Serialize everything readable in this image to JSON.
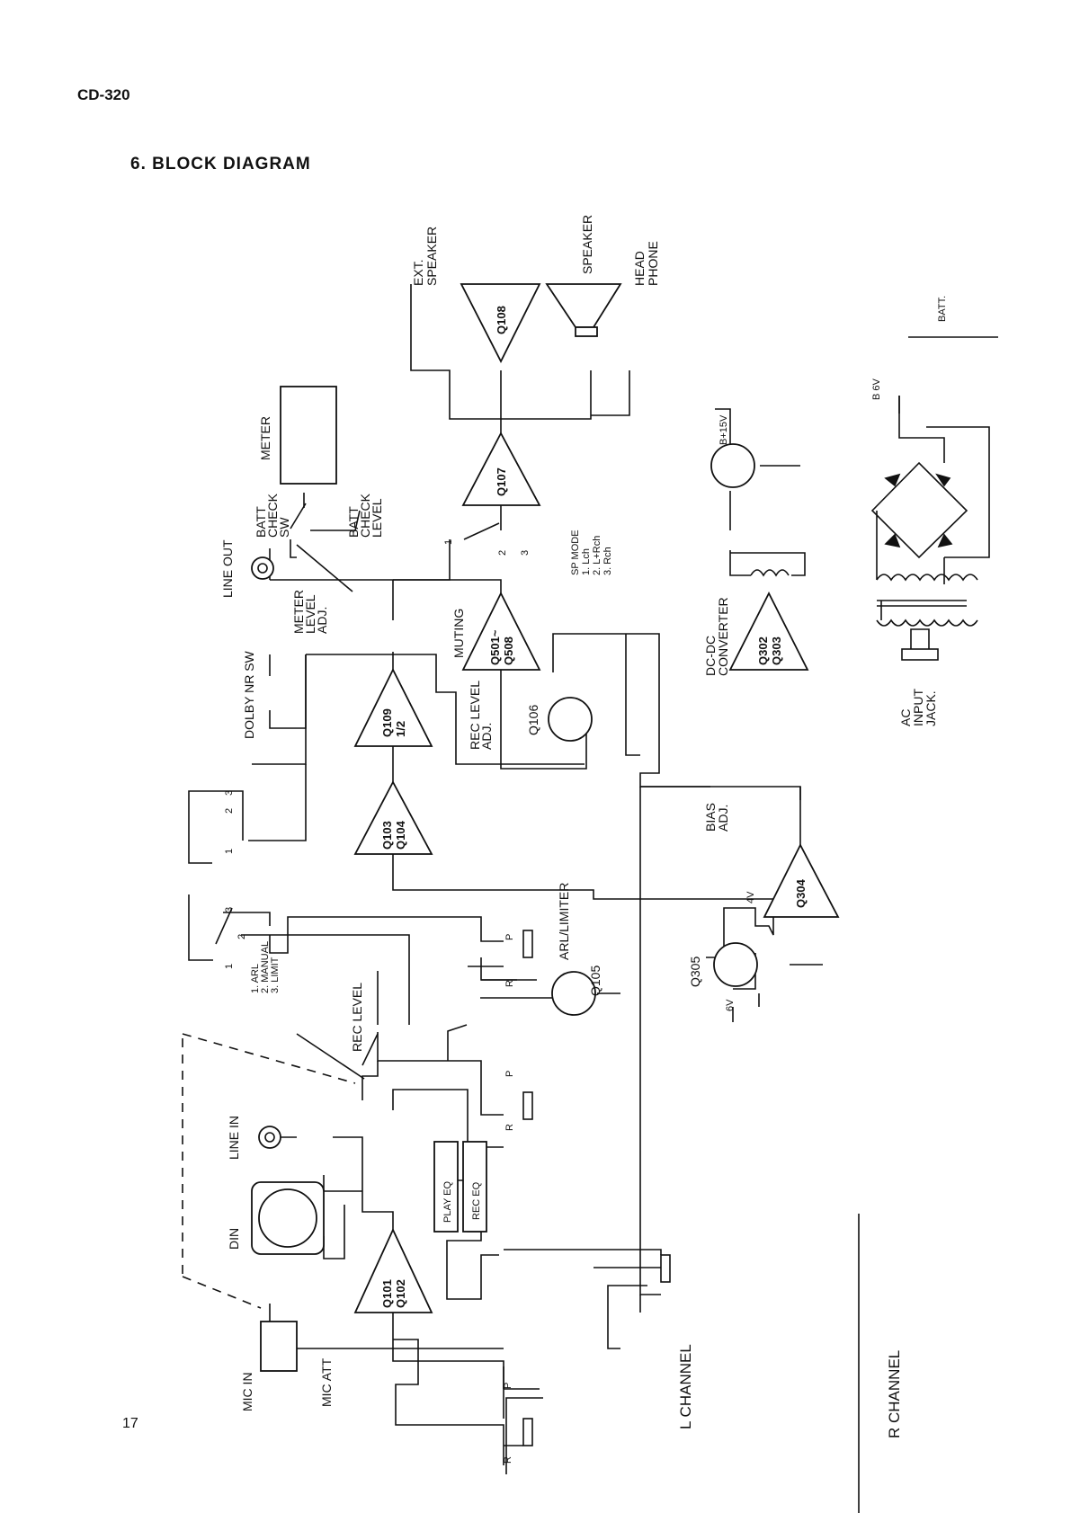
{
  "header": {
    "model": "CD-320",
    "title": "6. BLOCK DIAGRAM"
  },
  "footer": {
    "page": "17"
  },
  "labels": {
    "ext_speaker": [
      "EXT.",
      "SPEAKER"
    ],
    "speaker": "SPEAKER",
    "headphone": [
      "HEAD",
      "PHONE"
    ],
    "batt": "BATT.",
    "b6v": "B 6V",
    "b15v": "B+15V",
    "meter": "METER",
    "batt_check_sw": [
      "BATT",
      "CHECK",
      "SW"
    ],
    "batt_check_level": [
      "BATT",
      "CHECK",
      "LEVEL"
    ],
    "line_out": "LINE OUT",
    "meter_level_adj": [
      "METER",
      "LEVEL",
      "ADJ."
    ],
    "dolby_nr_sw": "DOLBY NR SW",
    "muting": "MUTING",
    "sp_mode": [
      "SP MODE",
      "1. Lch",
      "2. L+Rch",
      "3. Rch"
    ],
    "rec_level_adj": [
      "REC LEVEL",
      "ADJ."
    ],
    "dc_dc_converter": [
      "DC-DC",
      "CONVERTER"
    ],
    "ac_input_jack": [
      "AC",
      "INPUT",
      "JACK."
    ],
    "bias_adj": [
      "BIAS",
      "ADJ."
    ],
    "arl_limiter": "ARL/LIMITER",
    "rec_level": "REC LEVEL",
    "arl_modes": [
      "1. ARL",
      "2. MANUAL",
      "3. LIMIT"
    ],
    "line_in": "LINE IN",
    "din": "DIN",
    "mic_in": "MIC IN",
    "mic_att": "MIC ATT",
    "play_eq": "PLAY EQ",
    "rec_eq": "REC EQ",
    "l_channel": "L CHANNEL",
    "r_channel": "R CHANNEL",
    "v4": "4V",
    "v6": "6V",
    "p": "P",
    "r": "R",
    "n1": "1",
    "n2": "2",
    "n3": "3"
  },
  "components": {
    "q108": "Q108",
    "q107": "Q107",
    "q501": [
      "Q501~",
      "Q508"
    ],
    "q109": [
      "Q109",
      "1/2"
    ],
    "q103": [
      "Q103",
      "Q104"
    ],
    "q106": "Q106",
    "q105": "Q105",
    "q101": [
      "Q101",
      "Q102"
    ],
    "q302": [
      "Q302",
      "Q303"
    ],
    "q304": "Q304",
    "q305": "Q305"
  }
}
